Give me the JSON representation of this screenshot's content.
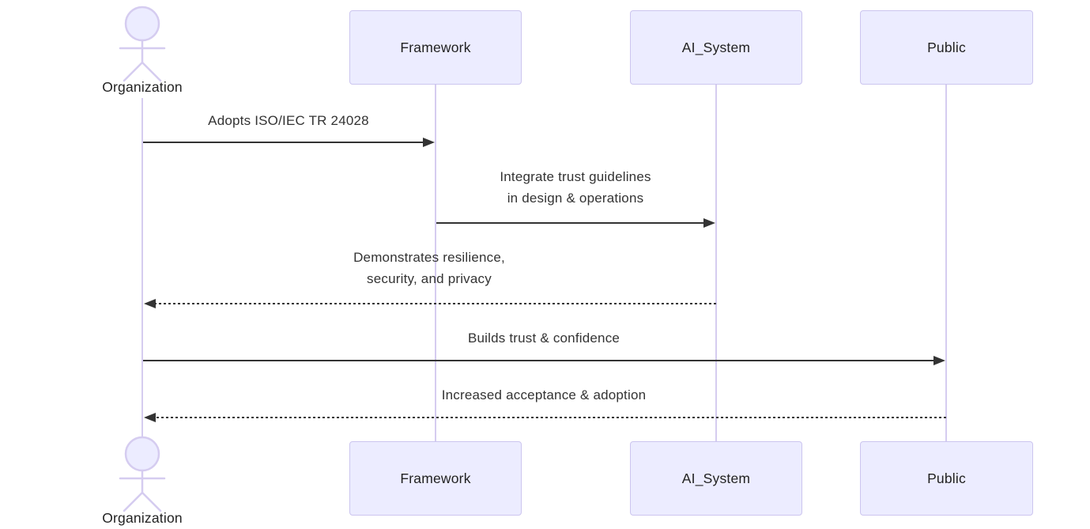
{
  "diagram_type": "sequence-diagram",
  "colors": {
    "background": "#FFFFFF",
    "participant_fill": "#ECECFF",
    "participant_border": "#CCC5EF",
    "lifeline": "#D5CCF0",
    "actor_figure": "#D5CCF0",
    "arrow": "#333333",
    "message_text": "#333333",
    "participant_text": "#222222"
  },
  "actors": {
    "organization": {
      "label": "Organization",
      "type": "actor"
    },
    "framework": {
      "label": "Framework",
      "type": "participant"
    },
    "ai_system": {
      "label": "AI_System",
      "type": "participant"
    },
    "public": {
      "label": "Public",
      "type": "participant"
    }
  },
  "messages": [
    {
      "from": "Organization",
      "to": "Framework",
      "label": "Adopts ISO/IEC TR 24028",
      "line": "solid",
      "direction": "right"
    },
    {
      "from": "Framework",
      "to": "AI_System",
      "label": "Integrate trust guidelines\nin design & operations",
      "line": "solid",
      "direction": "right"
    },
    {
      "from": "AI_System",
      "to": "Organization",
      "label": "Demonstrates resilience,\nsecurity, and privacy",
      "line": "dashed",
      "direction": "left"
    },
    {
      "from": "Organization",
      "to": "Public",
      "label": "Builds trust & confidence",
      "line": "solid",
      "direction": "right"
    },
    {
      "from": "Public",
      "to": "Organization",
      "label": "Increased acceptance & adoption",
      "line": "dashed",
      "direction": "left"
    }
  ]
}
